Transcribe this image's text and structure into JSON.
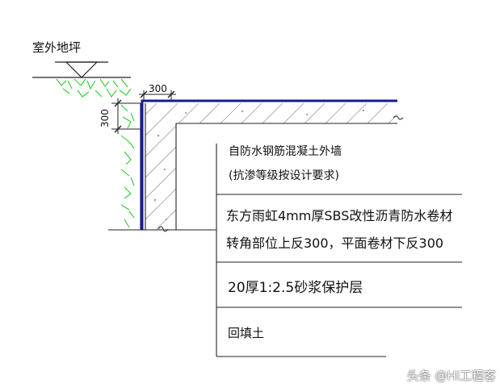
{
  "diagram": {
    "ground_label": "室外地坪",
    "dim_horizontal": "300",
    "dim_vertical": "300",
    "notes": [
      "自防水钢筋混凝土外墙",
      "(抗渗等级按设计要求)",
      "东方雨虹4mm厚SBS改性沥青防水卷材",
      "转角部位上反300，平面卷材下反300",
      "20厚1:2.5砂浆保护层",
      "回填土"
    ]
  },
  "watermark": "头条 @Hi工程客",
  "colors": {
    "membrane": "#1a1a8c",
    "soil": "#2ecc2e",
    "lines": "#222222",
    "concrete_hatch": "#9a9a9a"
  }
}
